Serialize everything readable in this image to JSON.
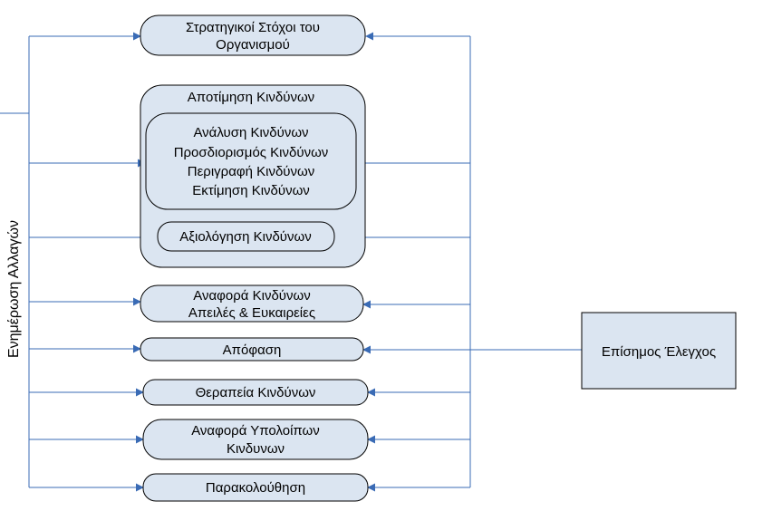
{
  "colors": {
    "box_fill": "#dbe5f1",
    "box_stroke": "#000000",
    "connector": "#3a6bb5",
    "text": "#000000"
  },
  "side_label": "Ενημέρωση Αλλαγών",
  "strategic_goals": {
    "line1": "Στρατηγικοί Στόχοι του",
    "line2": "Οργανισμού"
  },
  "risk_assessment": {
    "title": "Αποτίμηση Κινδύνων",
    "analysis": {
      "line1": "Ανάλυση Κινδύνων",
      "line2": "Προσδιορισμός Κινδύνων",
      "line3": "Περιγραφή Κινδύνων",
      "line4": "Εκτίμηση Κινδύνων"
    },
    "evaluation": "Αξιολόγηση Κινδύνων"
  },
  "risk_report": {
    "line1": "Αναφορά Κινδύνων",
    "line2": "Απειλές & Ευκαιρείες"
  },
  "decision": "Απόφαση",
  "risk_treatment": "Θεραπεία Κινδύνων",
  "residual_report": {
    "line1": "Αναφορά Υπολοίπων",
    "line2": "Κινδυνων"
  },
  "monitoring": "Παρακολούθηση",
  "formal_audit": "Επίσημος Έλεγχος"
}
